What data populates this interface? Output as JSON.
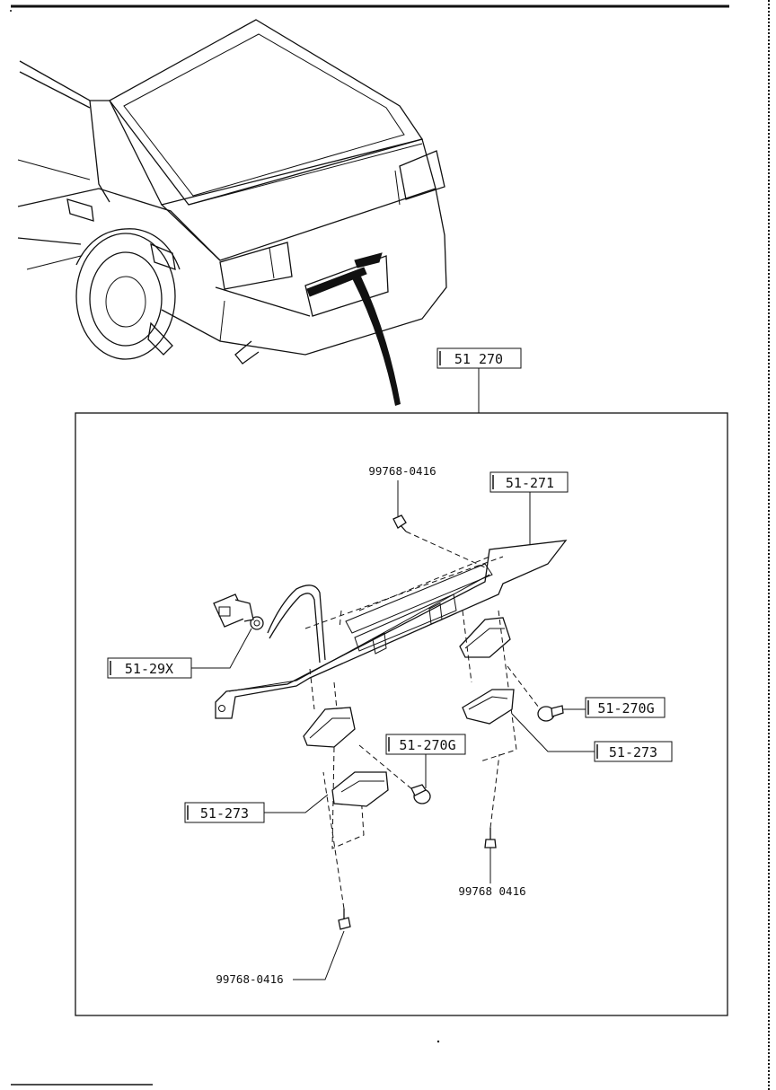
{
  "callouts": {
    "assembly": "51 270",
    "bracket": "51-271",
    "harness": "51-29X",
    "bulb_right": "51-270G",
    "bulb_left": "51-270G",
    "lamp_right": "51-273",
    "lamp_left": "51-273"
  },
  "fasteners": {
    "screw_top": "99768-0416",
    "screw_right": "99768 0416",
    "screw_bottom": "99768-0416"
  }
}
